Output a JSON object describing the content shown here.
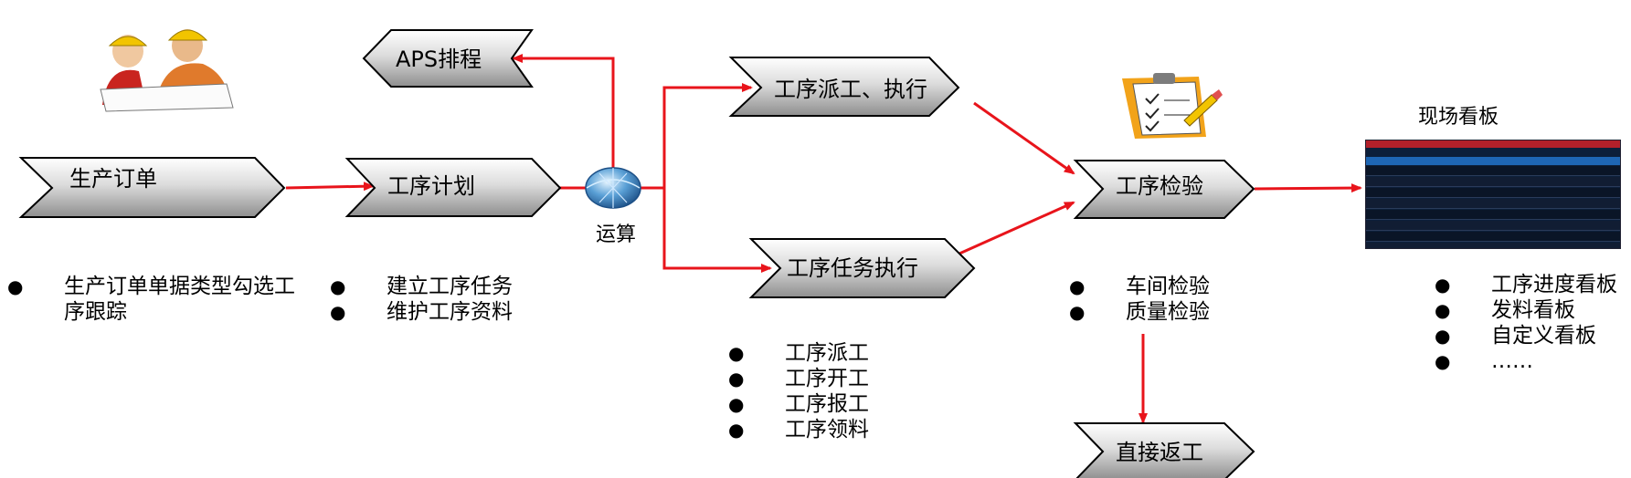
{
  "nodes": {
    "aps": "APS排程",
    "order": "生产订单",
    "plan": "工序计划",
    "dispatch": "工序派工、执行",
    "task": "工序任务执行",
    "inspect": "工序检验",
    "rework": "直接返工"
  },
  "labels": {
    "compute": "运算",
    "board_title": "现场看板"
  },
  "lists": {
    "order": [
      "生产订单单据类型勾选工序跟踪"
    ],
    "plan": [
      "建立工序任务",
      "维护工序资料"
    ],
    "task": [
      "工序派工",
      "工序开工",
      "工序报工",
      "工序领料"
    ],
    "inspect": [
      "车间检验",
      "质量检验"
    ],
    "board": [
      "工序进度看板",
      "发料看板",
      "自定义看板",
      "……"
    ]
  },
  "colors": {
    "arrow": "#e8141b",
    "shape_light": "#f4f4f4",
    "shape_dark": "#9a9a9a"
  },
  "icons": [
    "workers-icon",
    "globe-icon",
    "clipboard-icon",
    "dashboard-screenshot"
  ]
}
